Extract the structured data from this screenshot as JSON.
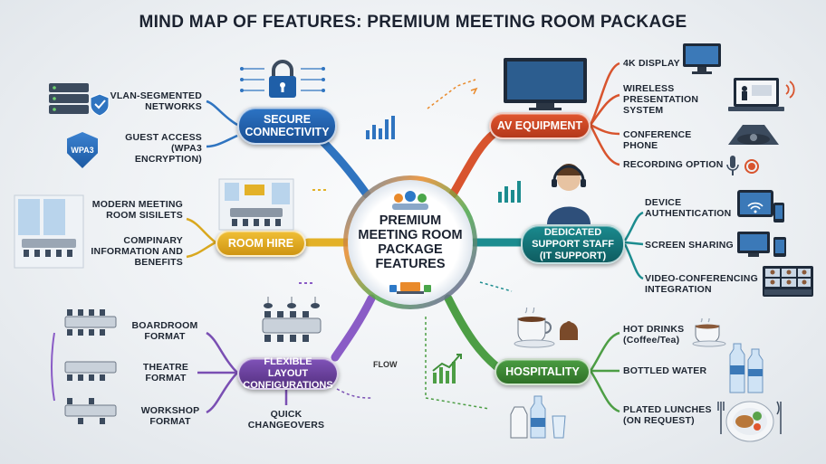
{
  "title": "MIND MAP OF FEATURES: PREMIUM MEETING ROOM PACKAGE",
  "center": {
    "label": "PREMIUM MEETING ROOM PACKAGE FEATURES"
  },
  "branches": {
    "secure_connectivity": {
      "label": "SECURE CONNECTIVITY",
      "color": "#1f5fa8",
      "items": [
        "VLAN-SEGMENTED NETWORKS",
        "GUEST ACCESS (WPA3 ENCRYPTION)"
      ],
      "badge": "WPA3"
    },
    "room_hire": {
      "label": "ROOM HIRE",
      "color": "#e0a81c",
      "items": [
        "MODERN MEETING ROOM SISILETS",
        "COMPINARY INFORMATION AND BENEFITS"
      ]
    },
    "flexible_layout": {
      "label": "FLEXIBLE LAYOUT CONFIGURATIONS",
      "color": "#6a3fa0",
      "items": [
        "BOARDROOM FORMAT",
        "THEATRE FORMAT",
        "WORKSHOP FORMAT"
      ],
      "extra": [
        "QUICK CHANGEOVERS",
        "FLOW"
      ]
    },
    "av_equipment": {
      "label": "AV EQUIPMENT",
      "color": "#d24a2a",
      "items": [
        "4K DISPLAY",
        "WIRELESS PRESENTATION SYSTEM",
        "CONFERENCE PHONE",
        "RECORDING OPTION"
      ]
    },
    "support_staff": {
      "label": "DEDICATED SUPPORT STAFF (IT SUPPORT)",
      "color": "#157a7f",
      "items": [
        "DEVICE AUTHENTICATION",
        "SCREEN SHARING",
        "VIDEO-CONFERENCING INTEGRATION"
      ]
    },
    "hospitality": {
      "label": "HOSPITALITY",
      "color": "#3f8f3a",
      "items": [
        "HOT DRINKS (Coffee/Tea)",
        "BOTTLED WATER",
        "PLATED LUNCHES (ON REQUEST)"
      ]
    }
  }
}
